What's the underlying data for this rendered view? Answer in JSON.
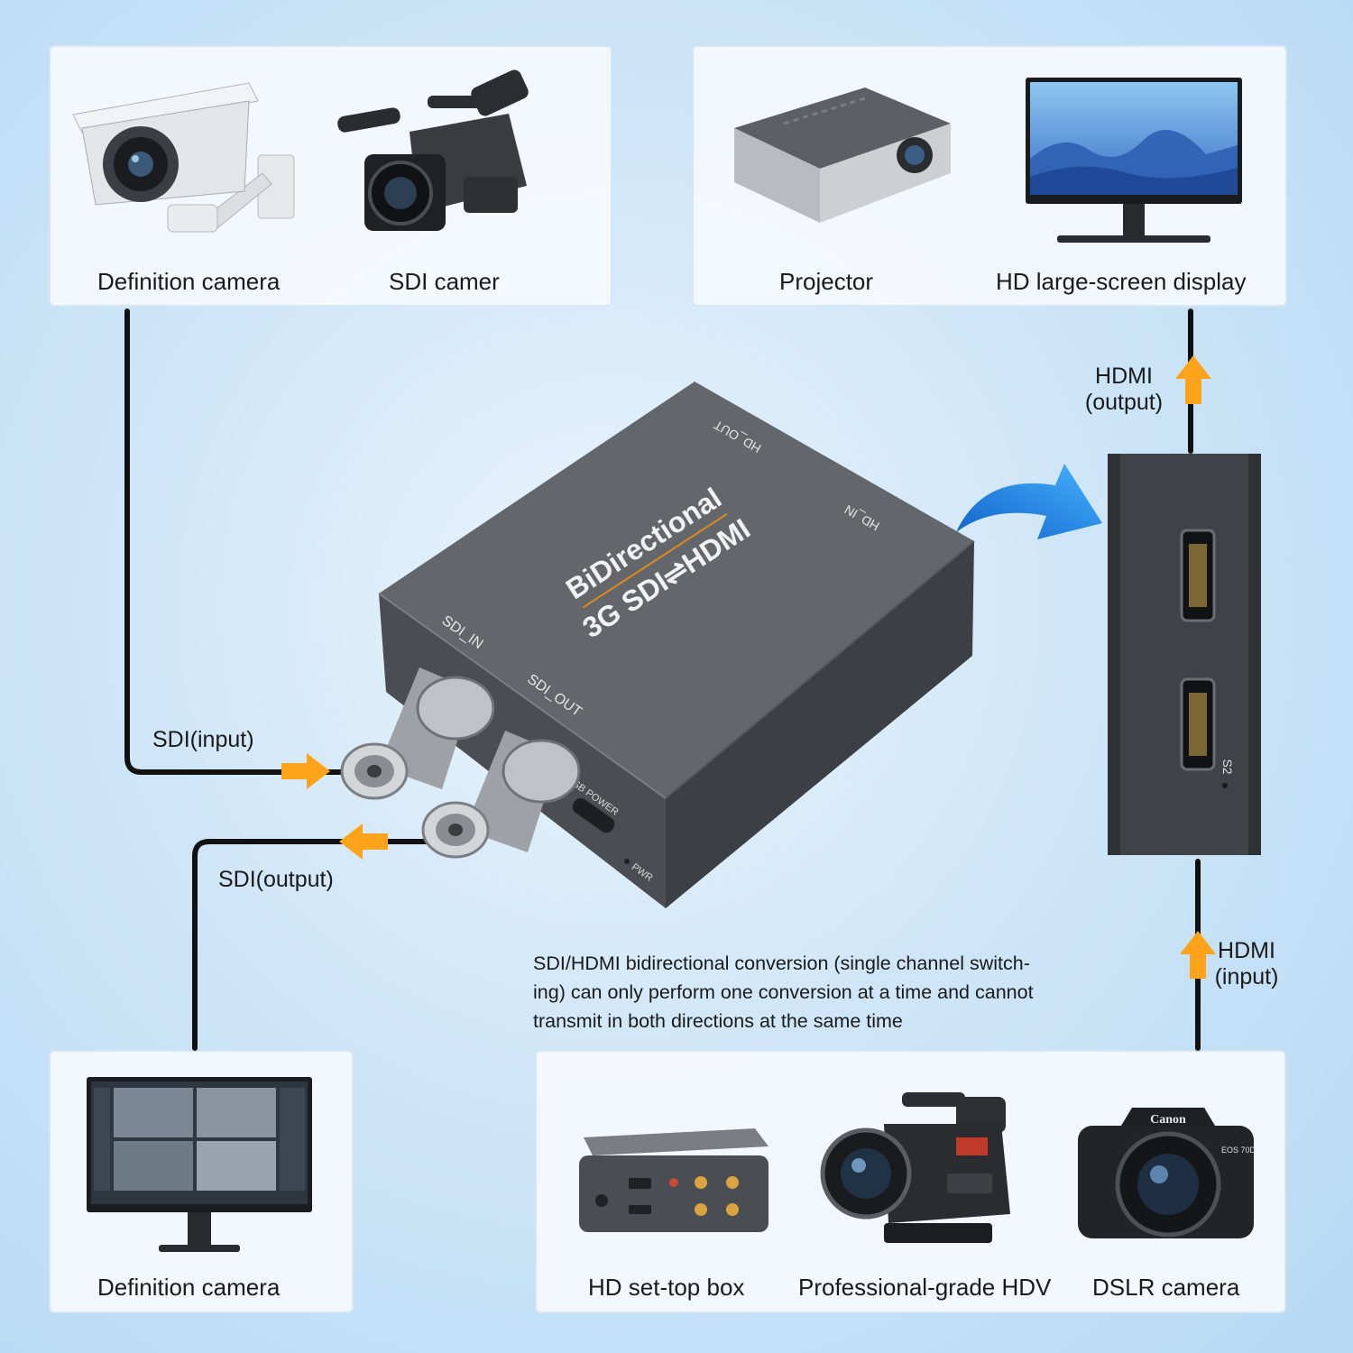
{
  "inputs_panel": {
    "definition_camera_label": "Definition camera",
    "sdi_camera_label": "SDI camer"
  },
  "outputs_panel": {
    "projector_label": "Projector",
    "display_label": "HD large-screen display"
  },
  "sdi_monitor_panel": {
    "label": "Definition camera"
  },
  "hdmi_sources_panel": {
    "settop_label": "HD set-top box",
    "hdv_label": "Professional-grade HDV",
    "dslr_label": "DSLR camera",
    "dslr_brand": "Canon",
    "dslr_model": "EOS 70D"
  },
  "converter": {
    "title": "BiDirectional",
    "subtitle": "3G SDI⇌HDMI",
    "port_hd_out": "HD_OUT",
    "port_hd_in": "HD_IN",
    "port_sdi_in": "SDI_IN",
    "port_sdi_out": "SDI_OUT",
    "port_usb_power": "USB POWER",
    "port_pwr": "PWR",
    "side_s2": "S2"
  },
  "connections": {
    "sdi_input": "SDI(input)",
    "sdi_output": "SDI(output)",
    "hdmi_output_line1": "HDMI",
    "hdmi_output_line2": "(output)",
    "hdmi_input_line1": "HDMI",
    "hdmi_input_line2": "(input)"
  },
  "note_lines": [
    "SDI/HDMI bidirectional conversion (single channel switch-",
    "ing) can only perform one conversion at a time and cannot",
    "transmit in both directions at the same time"
  ],
  "colors": {
    "arrow_orange": "#ffa31a",
    "curve_arrow_blue": "#1d8ef0",
    "device_body": "#4a4d52",
    "wire": "#111111"
  }
}
